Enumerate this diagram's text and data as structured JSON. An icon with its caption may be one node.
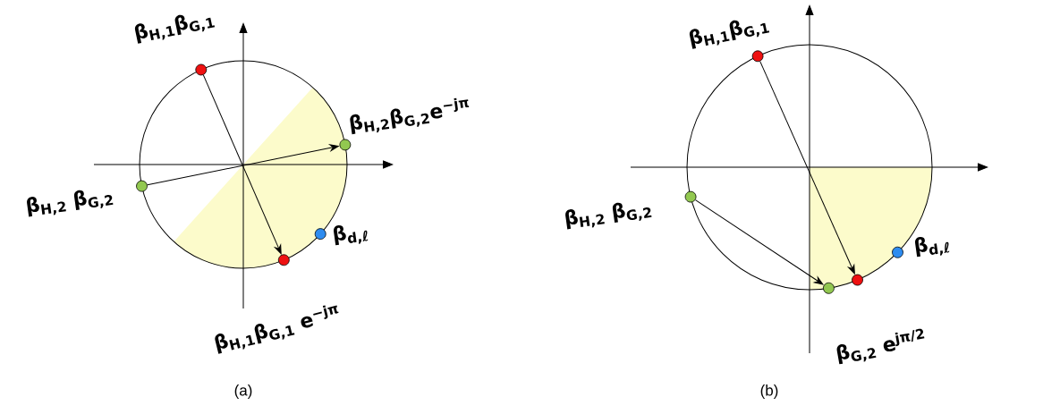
{
  "diagram": {
    "nodes": [
      {
        "text": [],
        "shape": "circle",
        "beside": [
          "β$_{H,1}$β$_{G,1}$"
        ]
      },
      {
        "text": [],
        "shape": "circle",
        "beside": [
          "β$_{H,2}$β$_{G,2}$e$^{−jπ}$"
        ]
      },
      {
        "text": [],
        "shape": "circle",
        "beside": [
          "β$_{H,2}$ β$_{G,2}$"
        ]
      },
      {
        "text": [],
        "shape": "circle",
        "beside": [
          "β$_{d,ℓ}$"
        ]
      },
      {
        "text": [],
        "shape": "circle",
        "beside": [
          "β$_{H,1}$β$_{G,1}$ e$^{−jπ}$"
        ]
      },
      {
        "text": [],
        "shape": "circle",
        "beside": [
          "β$_{H,1}$β$_{G,1}$"
        ]
      },
      {
        "text": [],
        "shape": "circle",
        "beside": [
          "β$_{H,2}$ β$_{G,2}$"
        ]
      },
      {
        "text": [],
        "shape": "circle",
        "beside": [
          "β$_{d,ℓ}$"
        ]
      },
      {
        "text": [],
        "shape": "circle"
      },
      {
        "text": [],
        "shape": "circle"
      }
    ],
    "edges": [
      {
        "from": 0,
        "to": 4,
        "arrow": "to"
      },
      {
        "from": 2,
        "to": 1,
        "arrow": "to"
      },
      {
        "from": 5,
        "to": 9,
        "arrow": "to"
      },
      {
        "from": 6,
        "to": 8,
        "arrow": "to"
      }
    ],
    "labels": [
      "β$_{G,2}$ e$^{jπ/2}$",
      "(a)",
      "(b)"
    ]
  }
}
